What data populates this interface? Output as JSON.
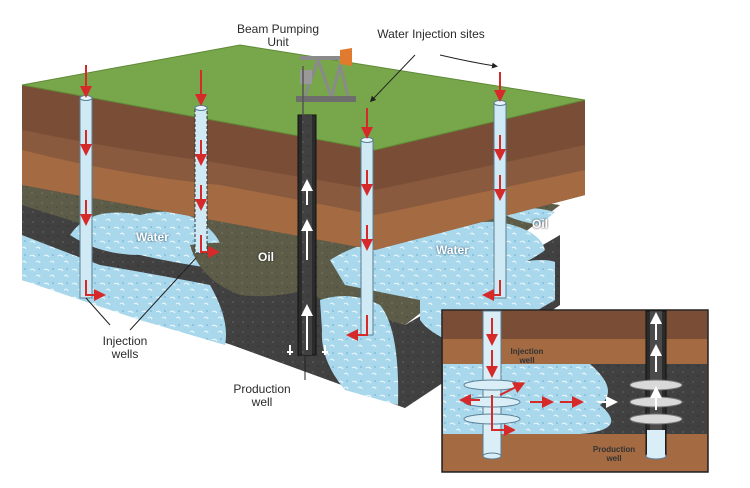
{
  "labels": {
    "beam_pumping_unit": "Beam Pumping Unit",
    "water_injection_sites": "Water Injection sites",
    "water_left": "Water",
    "water_right": "Water",
    "oil_center": "Oil",
    "oil_right": "Oil",
    "injection_wells": "Injection wells",
    "production_well": "Production well",
    "inset_injection_well": "Injection well",
    "inset_production_well": "Production well"
  },
  "colors": {
    "grass": "#78a64a",
    "soil_top": "#7a4e36",
    "soil_mid": "#8a5a3e",
    "clay": "#a46a42",
    "oil_rock": "#5a5a48",
    "dark_rock": "#3e3e3e",
    "water": "#a9d8ec",
    "arrow": "#d62a2a",
    "pump_orange": "#e07a2e"
  }
}
